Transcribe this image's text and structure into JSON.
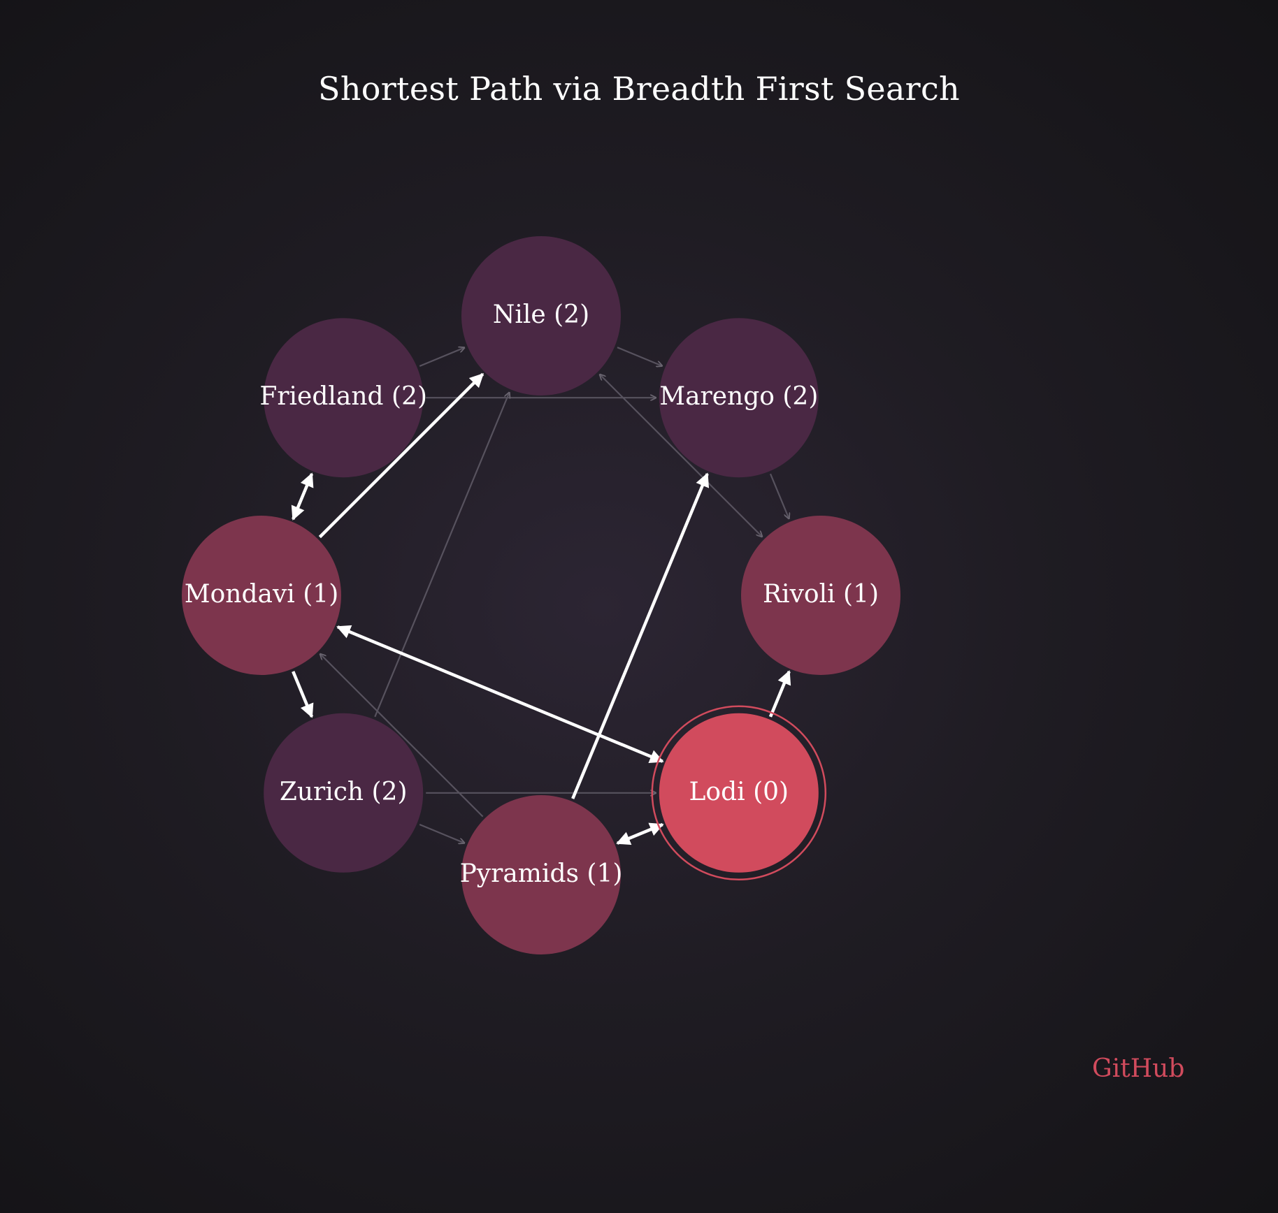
{
  "title": "Shortest Path via Breadth First Search",
  "footer": {
    "github_label": "GitHub"
  },
  "colors": {
    "source_node": "#d14b5d",
    "distance_1_node": "#7d354d",
    "distance_2_node": "#4a2844",
    "path_edge": "#ffffff",
    "other_edge": "#57525e",
    "github_link": "#d14b5d"
  },
  "graph": {
    "source": "Lodi",
    "nodes": [
      {
        "id": "Nile",
        "label": "Nile (2)",
        "distance": 2
      },
      {
        "id": "Marengo",
        "label": "Marengo (2)",
        "distance": 2
      },
      {
        "id": "Rivoli",
        "label": "Rivoli (1)",
        "distance": 1
      },
      {
        "id": "Lodi",
        "label": "Lodi (0)",
        "distance": 0
      },
      {
        "id": "Pyramids",
        "label": "Pyramids (1)",
        "distance": 1
      },
      {
        "id": "Zurich",
        "label": "Zurich (2)",
        "distance": 2
      },
      {
        "id": "Mondavi",
        "label": "Mondavi (1)",
        "distance": 1
      },
      {
        "id": "Friedland",
        "label": "Friedland (2)",
        "distance": 2
      }
    ],
    "edges": [
      {
        "from": "Friedland",
        "to": "Nile",
        "highlight": false,
        "bidirectional": false
      },
      {
        "from": "Friedland",
        "to": "Marengo",
        "highlight": false,
        "bidirectional": false
      },
      {
        "from": "Nile",
        "to": "Marengo",
        "highlight": false,
        "bidirectional": false
      },
      {
        "from": "Marengo",
        "to": "Rivoli",
        "highlight": false,
        "bidirectional": false
      },
      {
        "from": "Rivoli",
        "to": "Nile",
        "highlight": false,
        "bidirectional": true
      },
      {
        "from": "Zurich",
        "to": "Nile",
        "highlight": false,
        "bidirectional": false
      },
      {
        "from": "Zurich",
        "to": "Lodi",
        "highlight": false,
        "bidirectional": false
      },
      {
        "from": "Zurich",
        "to": "Pyramids",
        "highlight": false,
        "bidirectional": false
      },
      {
        "from": "Pyramids",
        "to": "Mondavi",
        "highlight": false,
        "bidirectional": false
      },
      {
        "from": "Mondavi",
        "to": "Friedland",
        "highlight": true,
        "bidirectional": true
      },
      {
        "from": "Mondavi",
        "to": "Nile",
        "highlight": true,
        "bidirectional": false
      },
      {
        "from": "Mondavi",
        "to": "Zurich",
        "highlight": true,
        "bidirectional": false
      },
      {
        "from": "Mondavi",
        "to": "Lodi",
        "highlight": true,
        "bidirectional": true
      },
      {
        "from": "Pyramids",
        "to": "Marengo",
        "highlight": true,
        "bidirectional": false
      },
      {
        "from": "Lodi",
        "to": "Rivoli",
        "highlight": true,
        "bidirectional": false
      },
      {
        "from": "Lodi",
        "to": "Pyramids",
        "highlight": true,
        "bidirectional": true
      }
    ]
  }
}
